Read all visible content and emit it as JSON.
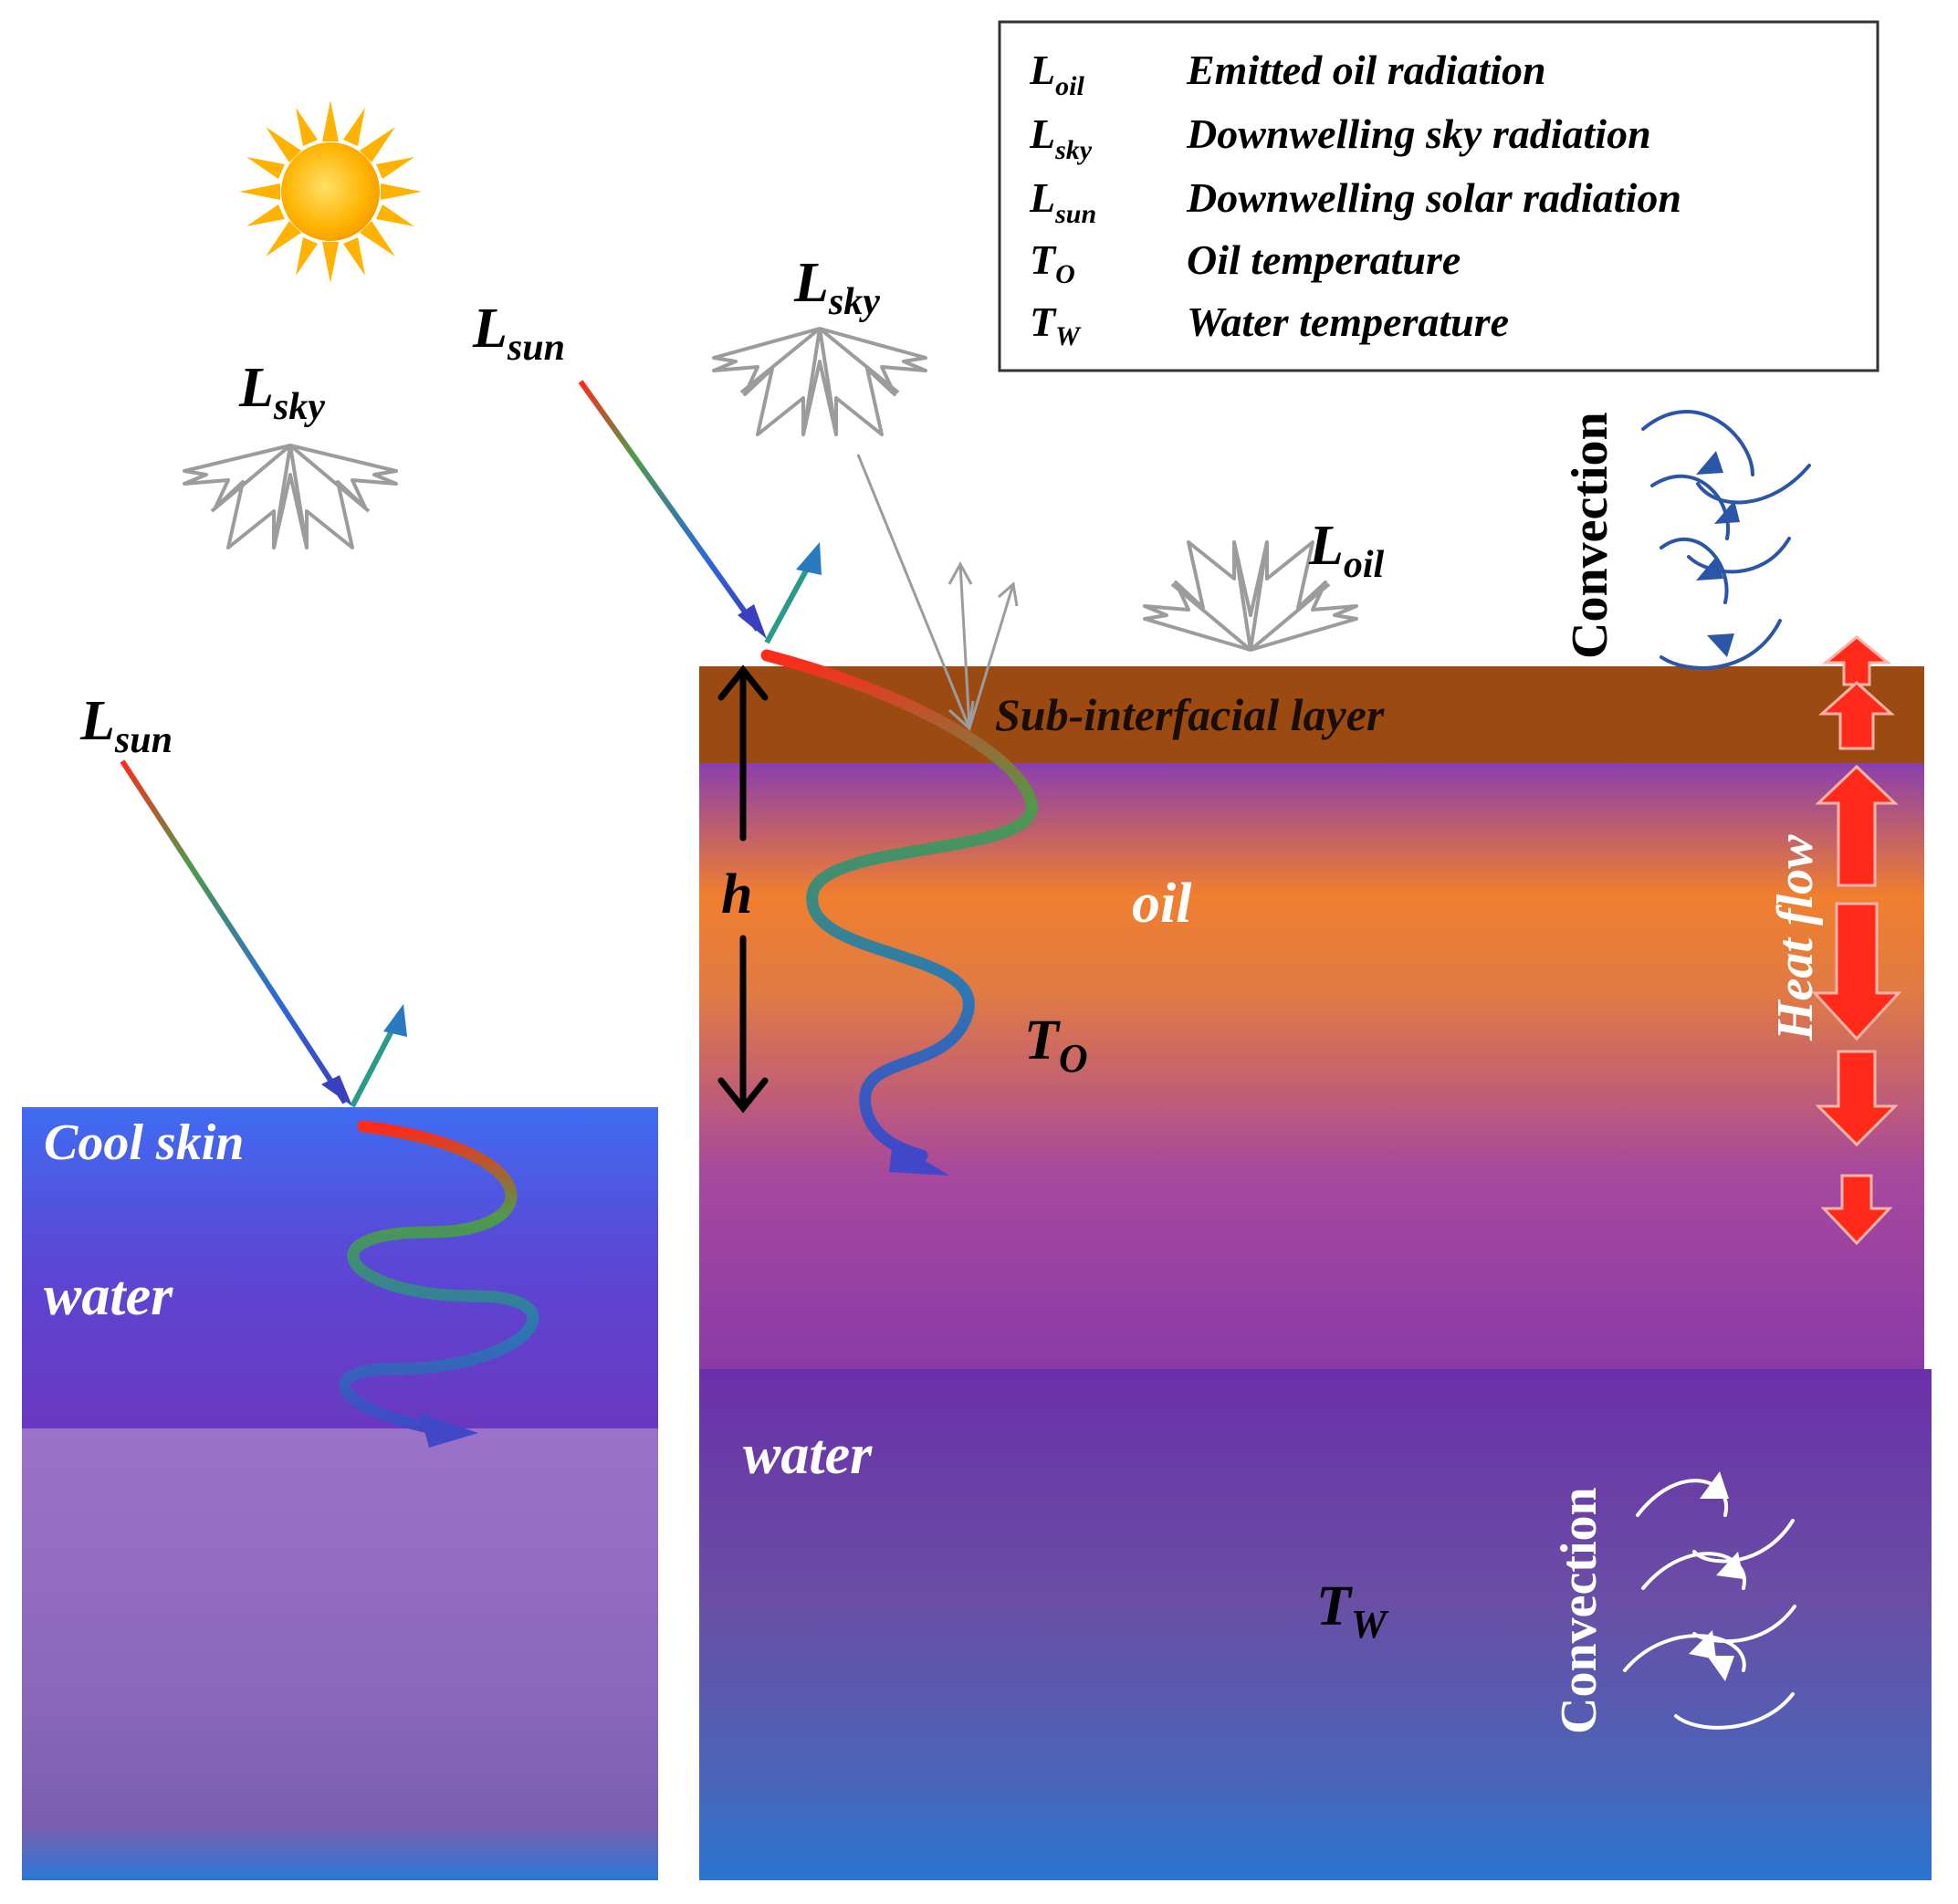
{
  "legend": {
    "items": [
      {
        "sym": "L",
        "sub": "oil",
        "desc": "Emitted oil radiation"
      },
      {
        "sym": "L",
        "sub": "sky",
        "desc": "Downwelling sky radiation"
      },
      {
        "sym": "L",
        "sub": "sun",
        "desc": "Downwelling solar radiation"
      },
      {
        "sym": "T",
        "sub": "O",
        "desc": "Oil temperature"
      },
      {
        "sym": "T",
        "sub": "W",
        "desc": "Water temperature"
      }
    ]
  },
  "labels": {
    "l_sym": "L",
    "t_sym": "T",
    "sun_sub": "sun",
    "sky_sub": "sky",
    "oil_sub": "oil",
    "to_sub": "O",
    "tw_sub": "W",
    "cool_skin": "Cool skin",
    "water": "water",
    "oil": "oil",
    "h": "h",
    "sub_interfacial": "Sub-interfacial layer",
    "heat_flow": "Heat flow",
    "convection": "Convection"
  },
  "colors": {
    "water_top": "#3f6cf2",
    "water_mid": "#6a3cc4",
    "water_lower": "#9b70c6",
    "water_bottom": "#2a74d2",
    "oil_purple": "#8a3fae",
    "oil_orange": "#f07f2e",
    "sub_layer": "#9b4b11",
    "heat_arrow": "#ff2a1a",
    "radiation_gray": "#9c9c9c",
    "convection_blue": "#2b56a8",
    "sun": "#ffb300"
  }
}
